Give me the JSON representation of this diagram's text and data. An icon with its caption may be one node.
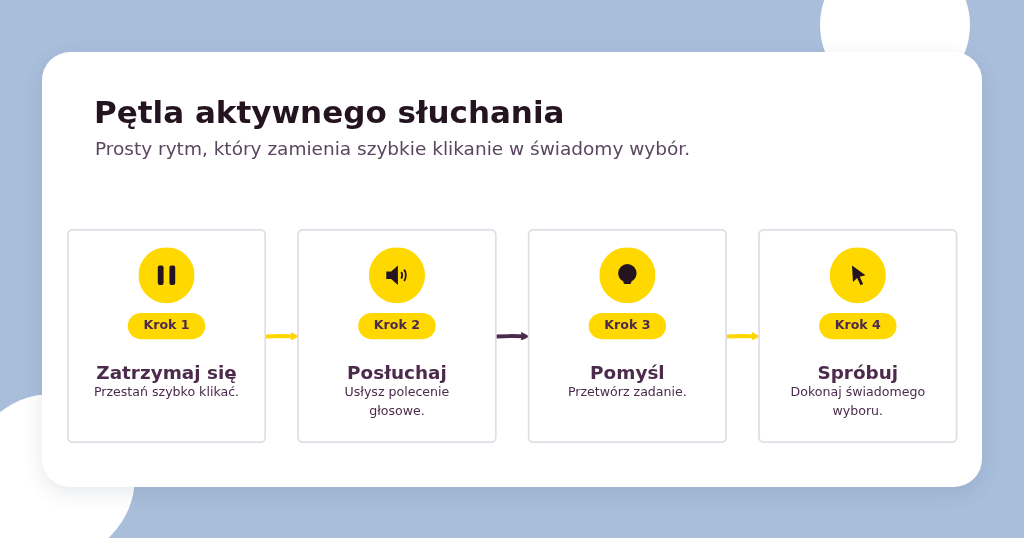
{
  "diagram": {
    "title": "Pętla aktywnego słuchania",
    "nodes": [
      {
        "text": [
          "Krok 1",
          "Zatrzymaj się",
          "Przestań szybko klikać."
        ]
      },
      {
        "text": [
          "Krok 2",
          "Posłuchaj",
          "Usłysz polecenie głosowe."
        ]
      },
      {
        "text": [
          "Krok 3",
          "Pomyśl",
          "Przetwórz zadanie."
        ]
      },
      {
        "text": [
          "Krok 4",
          "Spróbuj",
          "Dokonaj świadomego wyboru."
        ]
      }
    ],
    "edges": [
      {
        "from": 0,
        "to": 1,
        "arrow": "to"
      },
      {
        "from": 1,
        "to": 2,
        "arrow": "to",
        "color": "#4b2a4b"
      },
      {
        "from": 2,
        "to": 3,
        "arrow": "to"
      }
    ],
    "labels": [
      "Prosty rytm, który zamienia szybkie klikanie w świadomy wybór."
    ]
  }
}
